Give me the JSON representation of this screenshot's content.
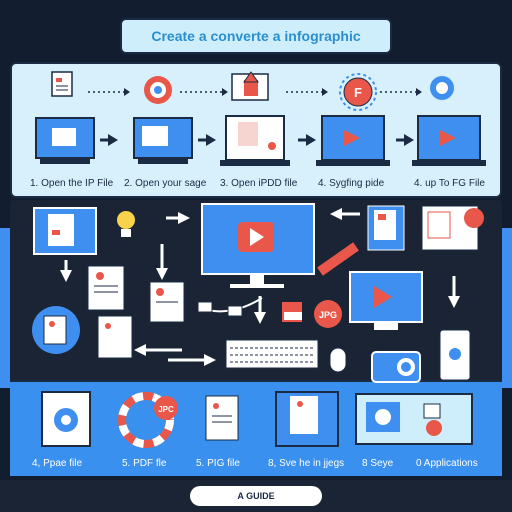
{
  "title": "Create a converte a infographic",
  "top_steps": [
    {
      "label": "1. Open the IP File"
    },
    {
      "label": "2. Open your sage"
    },
    {
      "label": "3. Open iPDD file"
    },
    {
      "label": "4. Sygfing pide"
    },
    {
      "label": "4. up To FG File"
    }
  ],
  "jpg_tag": "JPG",
  "jpc_tag": "JPC",
  "f_badge": "F",
  "bottom_steps": [
    {
      "label": "4, Ppae file"
    },
    {
      "label": "5. PDF fle"
    },
    {
      "label": "5. PIG file"
    },
    {
      "label": "8, Sve he in jjegs"
    },
    {
      "label": "8 Seye"
    },
    {
      "label": "0 Applications"
    }
  ],
  "footer": "A GUIDE",
  "colors": {
    "accent": "#e8574a",
    "blue": "#3f8ff0",
    "dark": "#1b2b44",
    "light": "#d8f0fb"
  }
}
